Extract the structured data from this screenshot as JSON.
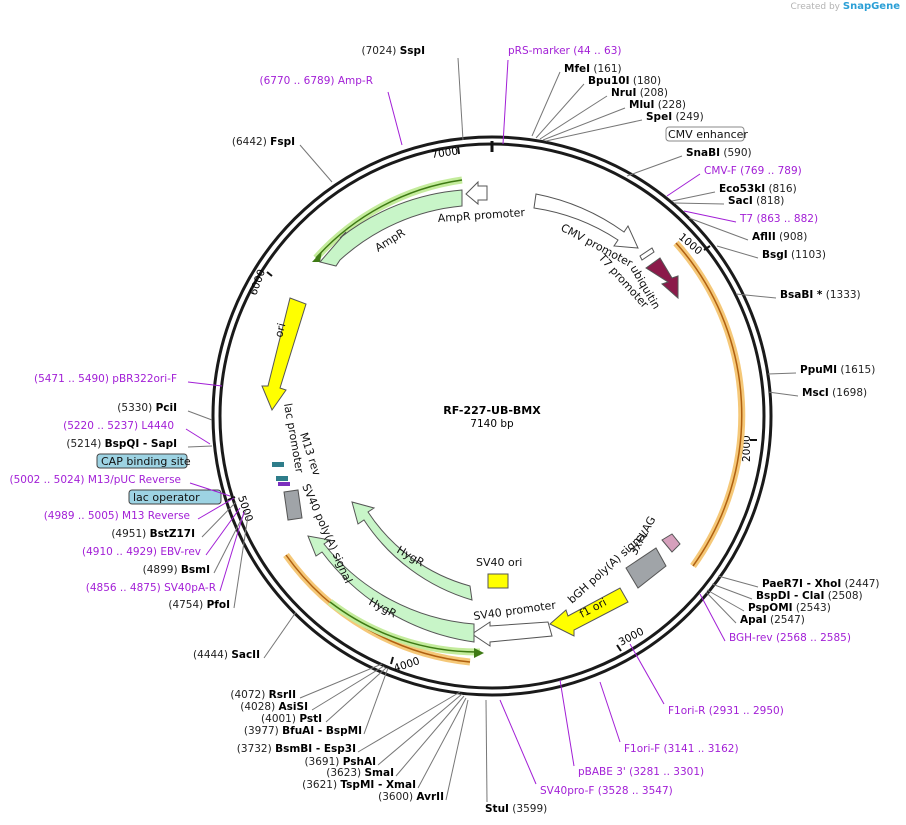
{
  "credit": {
    "prefix": "Created by",
    "brand": "SnapGene"
  },
  "plasmid": {
    "name": "RF-227-UB-BMX",
    "size": "7140 bp"
  },
  "ticks": [
    "1000",
    "2000",
    "3000",
    "4000",
    "5000",
    "6000",
    "7000"
  ],
  "features": [
    {
      "name": "CMV enhancer",
      "kind": "boxed"
    },
    {
      "name": "CMV promoter"
    },
    {
      "name": "T7 promoter"
    },
    {
      "name": "ubiquitin"
    },
    {
      "name": "3xFLAG"
    },
    {
      "name": "bGH poly(A) signal"
    },
    {
      "name": "f1 ori"
    },
    {
      "name": "SV40 promoter"
    },
    {
      "name": "SV40 ori"
    },
    {
      "name": "HygR"
    },
    {
      "name": "HygR"
    },
    {
      "name": "SV40 poly(A) signal"
    },
    {
      "name": "M13 rev"
    },
    {
      "name": "lac promoter"
    },
    {
      "name": "ori"
    },
    {
      "name": "AmpR"
    },
    {
      "name": "AmpR promoter"
    },
    {
      "name": "CAP binding site",
      "kind": "boxed-blue"
    },
    {
      "name": "lac operator",
      "kind": "boxed-blue"
    }
  ],
  "labels_right": [
    {
      "name": "SspI",
      "pos": "(7024)",
      "type": "enzyme"
    },
    {
      "name": "pRS-marker",
      "pos": "(44 .. 63)",
      "type": "primer"
    },
    {
      "name": "MfeI",
      "pos": "(161)",
      "type": "enzyme"
    },
    {
      "name": "Bpu10I",
      "pos": "(180)",
      "type": "enzyme"
    },
    {
      "name": "NruI",
      "pos": "(208)",
      "type": "enzyme"
    },
    {
      "name": "MluI",
      "pos": "(228)",
      "type": "enzyme"
    },
    {
      "name": "SpeI",
      "pos": "(249)",
      "type": "enzyme"
    },
    {
      "name": "SnaBI",
      "pos": "(590)",
      "type": "enzyme"
    },
    {
      "name": "CMV-F",
      "pos": "(769 .. 789)",
      "type": "primer"
    },
    {
      "name": "Eco53kI",
      "pos": "(816)",
      "type": "enzyme"
    },
    {
      "name": "SacI",
      "pos": "(818)",
      "type": "enzyme"
    },
    {
      "name": "T7",
      "pos": "(863 .. 882)",
      "type": "primer"
    },
    {
      "name": "AflII",
      "pos": "(908)",
      "type": "enzyme"
    },
    {
      "name": "BsgI",
      "pos": "(1103)",
      "type": "enzyme"
    },
    {
      "name": "BsaBI *",
      "pos": "(1333)",
      "type": "enzyme"
    },
    {
      "name": "PpuMI",
      "pos": "(1615)",
      "type": "enzyme"
    },
    {
      "name": "MscI",
      "pos": "(1698)",
      "type": "enzyme"
    },
    {
      "name": "PaeR7I - XhoI",
      "pos": "(2447)",
      "type": "enzyme"
    },
    {
      "name": "BspDI - ClaI",
      "pos": "(2508)",
      "type": "enzyme"
    },
    {
      "name": "PspOMI",
      "pos": "(2543)",
      "type": "enzyme"
    },
    {
      "name": "ApaI",
      "pos": "(2547)",
      "type": "enzyme"
    },
    {
      "name": "BGH-rev",
      "pos": "(2568 .. 2585)",
      "type": "primer"
    },
    {
      "name": "F1ori-R",
      "pos": "(2931 .. 2950)",
      "type": "primer"
    },
    {
      "name": "F1ori-F",
      "pos": "(3141 .. 3162)",
      "type": "primer"
    },
    {
      "name": "pBABE 3'",
      "pos": "(3281 .. 3301)",
      "type": "primer"
    },
    {
      "name": "SV40pro-F",
      "pos": "(3528 .. 3547)",
      "type": "primer"
    },
    {
      "name": "StuI",
      "pos": "(3599)",
      "type": "enzyme"
    }
  ],
  "labels_left": [
    {
      "name": "Amp-R",
      "pos": "(6770 .. 6789)",
      "type": "primer"
    },
    {
      "name": "FspI",
      "pos": "(6442)",
      "type": "enzyme"
    },
    {
      "name": "pBR322ori-F",
      "pos": "(5471 .. 5490)",
      "type": "primer"
    },
    {
      "name": "PciI",
      "pos": "(5330)",
      "type": "enzyme"
    },
    {
      "name": "L4440",
      "pos": "(5220 .. 5237)",
      "type": "primer"
    },
    {
      "name": "BspQI - SapI",
      "pos": "(5214)",
      "type": "enzyme"
    },
    {
      "name": "M13/pUC Reverse",
      "pos": "(5002 .. 5024)",
      "type": "primer"
    },
    {
      "name": "M13 Reverse",
      "pos": "(4989 .. 5005)",
      "type": "primer"
    },
    {
      "name": "BstZ17I",
      "pos": "(4951)",
      "type": "enzyme"
    },
    {
      "name": "EBV-rev",
      "pos": "(4910 .. 4929)",
      "type": "primer"
    },
    {
      "name": "BsmI",
      "pos": "(4899)",
      "type": "enzyme"
    },
    {
      "name": "SV40pA-R",
      "pos": "(4856 .. 4875)",
      "type": "primer"
    },
    {
      "name": "PfoI",
      "pos": "(4754)",
      "type": "enzyme"
    },
    {
      "name": "SacII",
      "pos": "(4444)",
      "type": "enzyme"
    },
    {
      "name": "RsrII",
      "pos": "(4072)",
      "type": "enzyme"
    },
    {
      "name": "AsiSI",
      "pos": "(4028)",
      "type": "enzyme"
    },
    {
      "name": "PstI",
      "pos": "(4001)",
      "type": "enzyme"
    },
    {
      "name": "BfuAI - BspMI",
      "pos": "(3977)",
      "type": "enzyme"
    },
    {
      "name": "BsmBI - Esp3I",
      "pos": "(3732)",
      "type": "enzyme"
    },
    {
      "name": "PshAI",
      "pos": "(3691)",
      "type": "enzyme"
    },
    {
      "name": "SmaI",
      "pos": "(3623)",
      "type": "enzyme"
    },
    {
      "name": "TspMI - XmaI",
      "pos": "(3621)",
      "type": "enzyme"
    },
    {
      "name": "AvrII",
      "pos": "(3600)",
      "type": "enzyme"
    }
  ],
  "colors": {
    "backbone": "#1a1a1a",
    "enzyme": "#000000",
    "primer": "#a21fd6",
    "resistance": "#c8f5c8",
    "ori": "#ffff00",
    "promoter": "#ffffff",
    "polyA": "#a0a4a8",
    "ubiquitin": "#8b1a4a",
    "orf": "#f0a030",
    "binding_box": "#9dd3e3"
  }
}
